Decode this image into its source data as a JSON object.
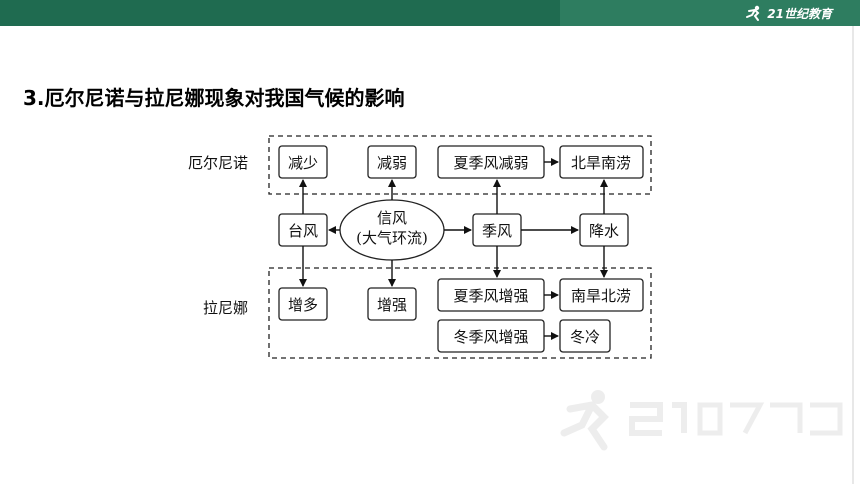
{
  "header": {
    "logo_text": "21世纪教育",
    "logo_icon": "running-person-icon",
    "bar_color": "#1f6b50"
  },
  "slide": {
    "title": "3.厄尔尼诺与拉尼娜现象对我国气候的影响"
  },
  "diagram": {
    "group_el_nino": "厄尔尼诺",
    "group_la_nina": "拉尼娜",
    "nodes": {
      "typhoon": "台风",
      "trade_wind_1": "信风",
      "trade_wind_2": "(大气环流)",
      "monsoon": "季风",
      "precip": "降水",
      "el_typhoon": "减少",
      "el_trade": "减弱",
      "el_summer": "夏季风减弱",
      "el_flood": "北旱南涝",
      "la_typhoon": "增多",
      "la_trade": "增强",
      "la_summer": "夏季风增强",
      "la_flood": "南旱北涝",
      "la_winter": "冬季风增强",
      "la_cold": "冬冷"
    }
  },
  "watermark": {
    "icon": "running-person-icon"
  }
}
